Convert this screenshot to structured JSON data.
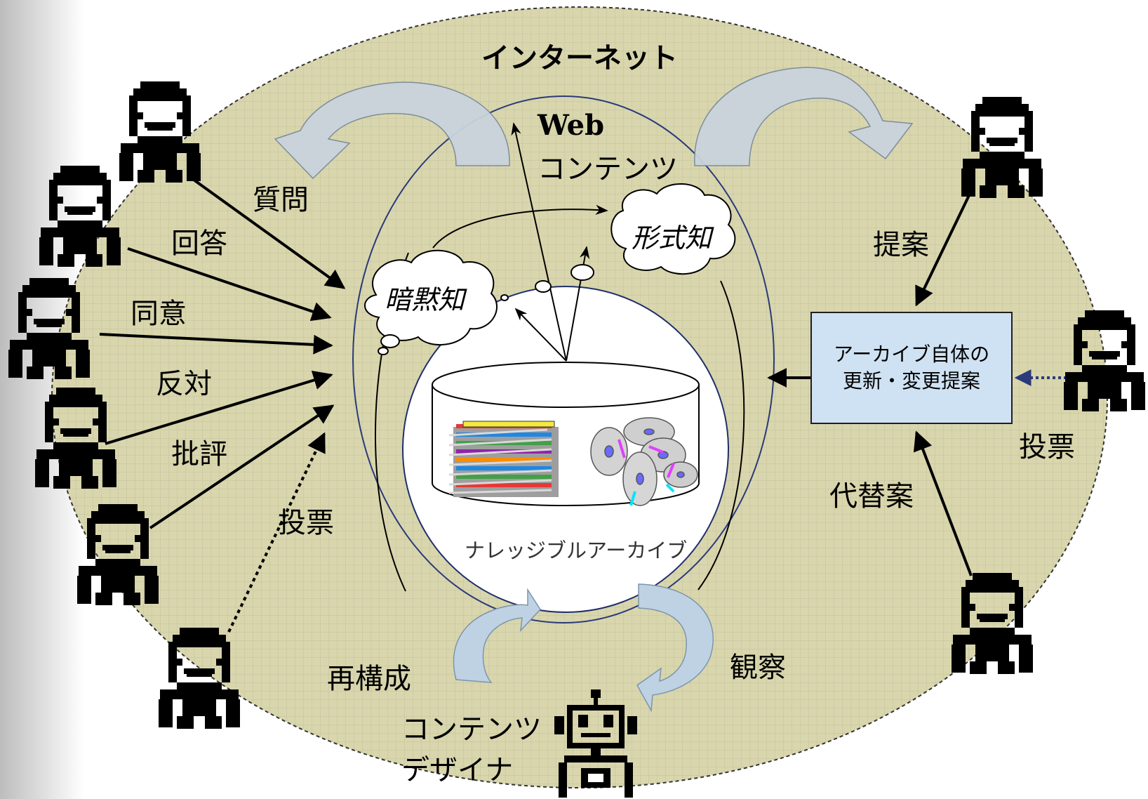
{
  "diagram": {
    "internet_label": "インターネット",
    "web_contents_label_1": "Web",
    "web_contents_label_2": "コンテンツ",
    "tacit_knowledge": "暗黙知",
    "explicit_knowledge": "形式知",
    "archive_label": "ナレッジブルアーカイブ",
    "proposal_box_line1": "アーカイブ自体の",
    "proposal_box_line2": "更新・変更提案",
    "left_actions": {
      "question": "質問",
      "answer": "回答",
      "agree": "同意",
      "oppose": "反対",
      "critique": "批評",
      "vote": "投票"
    },
    "right_actions": {
      "proposal": "提案",
      "vote": "投票",
      "alternative": "代替案"
    },
    "bottom": {
      "reconstruct": "再構成",
      "observe": "観察",
      "designer_line1": "コンテンツ",
      "designer_line2": "デザイナ"
    },
    "colors": {
      "internet_fill": "#d9d6ad",
      "grid_line": "#c4c6a0",
      "proposal_box": "#cfe2f3",
      "web_ellipse_stroke": "#2b3a7a",
      "dotted_arrow_blue": "#2b3a7a"
    }
  }
}
